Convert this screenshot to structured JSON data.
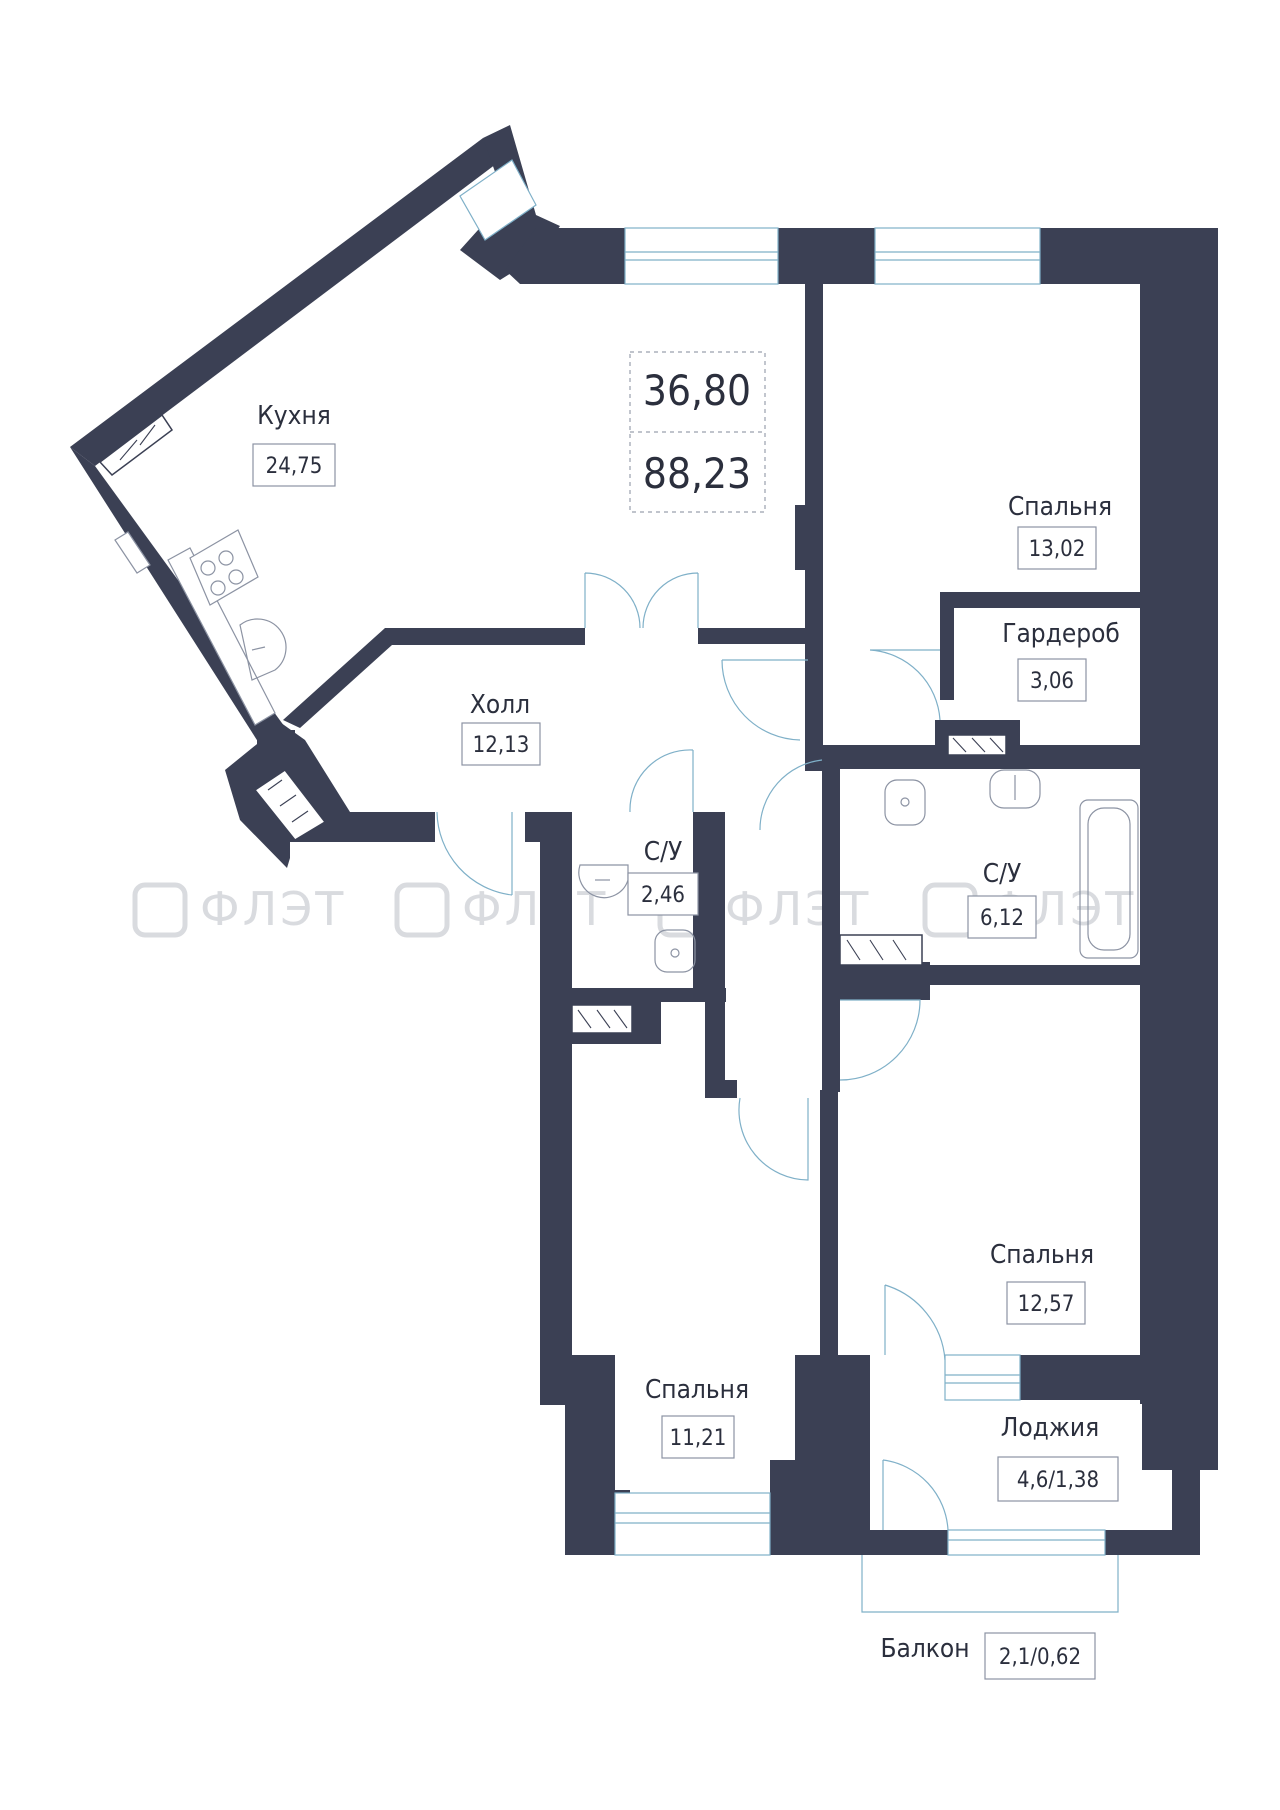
{
  "summary": {
    "living_area": "36,80",
    "total_area": "88,23"
  },
  "rooms": {
    "kitchen": {
      "name": "Кухня",
      "area": "24,75"
    },
    "hall": {
      "name": "Холл",
      "area": "12,13"
    },
    "bedroom_top": {
      "name": "Спальня",
      "area": "13,02"
    },
    "wardrobe": {
      "name": "Гардероб",
      "area": "3,06"
    },
    "bath_small": {
      "name": "С/У",
      "area": "2,46"
    },
    "bath_large": {
      "name": "С/У",
      "area": "6,12"
    },
    "bedroom_right": {
      "name": "Спальня",
      "area": "12,57"
    },
    "bedroom_bottom": {
      "name": "Спальня",
      "area": "11,21"
    },
    "loggia": {
      "name": "Лоджия",
      "area": "4,6/1,38"
    },
    "balcony": {
      "name": "Балкон",
      "area": "2,1/0,62"
    }
  },
  "watermark": {
    "text": "ФЛЭТ"
  },
  "colors": {
    "wall": "#3b4054",
    "window": "#7fb0c8",
    "text": "#2b2f3d"
  }
}
